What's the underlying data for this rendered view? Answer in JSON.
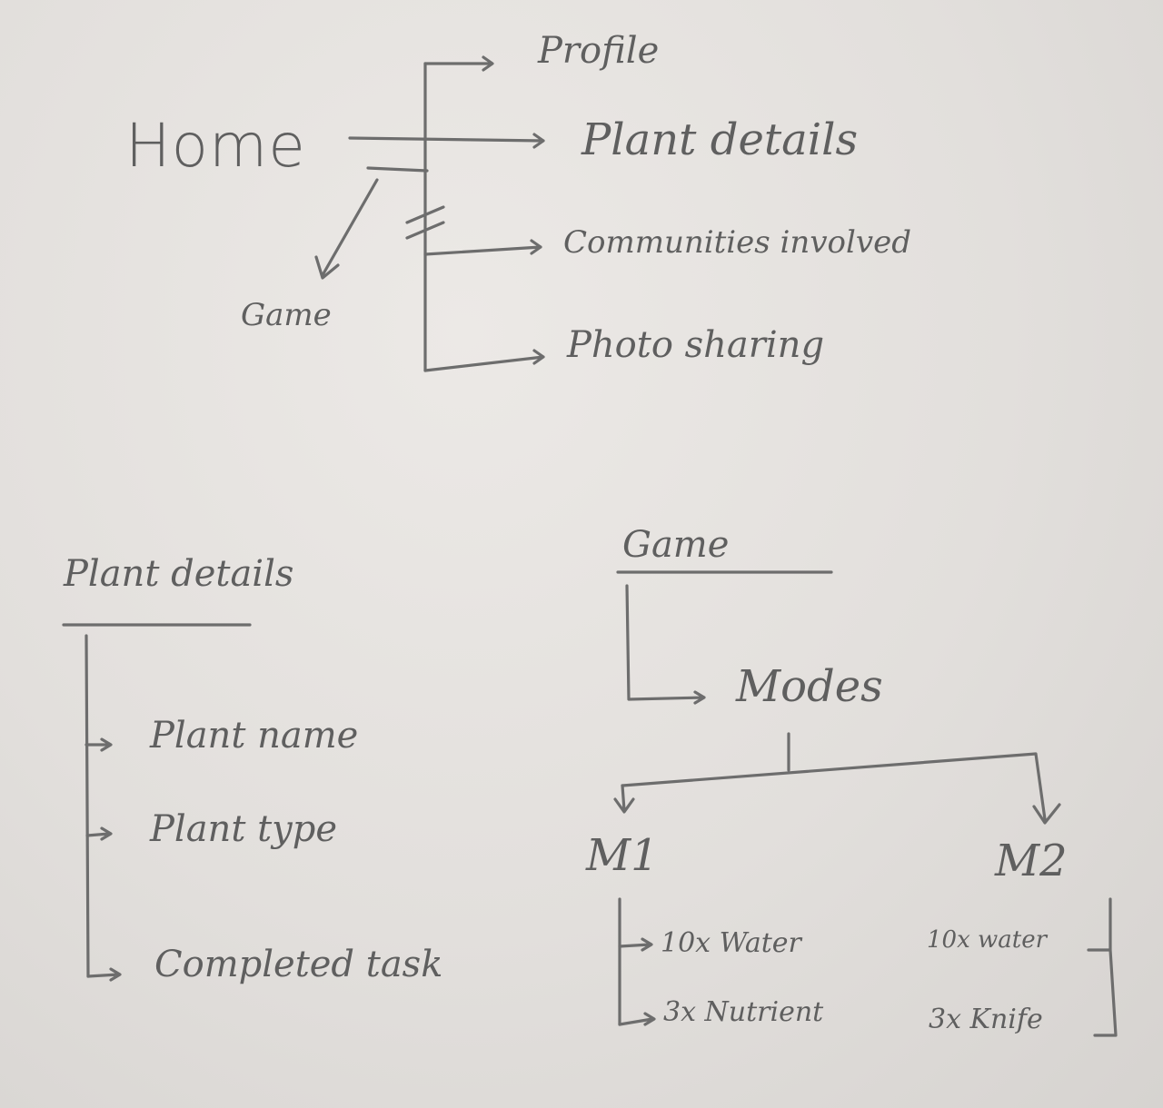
{
  "home_tree": {
    "root": "Home",
    "branches": [
      "Profile",
      "Plant details",
      "Communities involved",
      "Photo sharing"
    ],
    "side_branch": "Game"
  },
  "plant_details_tree": {
    "title": "Plant details",
    "items": [
      "Plant name",
      "Plant type",
      "Completed task"
    ]
  },
  "game_tree": {
    "title": "Game",
    "child": "Modes",
    "modes": [
      {
        "name": "M1",
        "items": [
          "10x Water",
          "3x Nutrient"
        ]
      },
      {
        "name": "M2",
        "items": [
          "10x water",
          "3x Knife"
        ]
      }
    ]
  }
}
